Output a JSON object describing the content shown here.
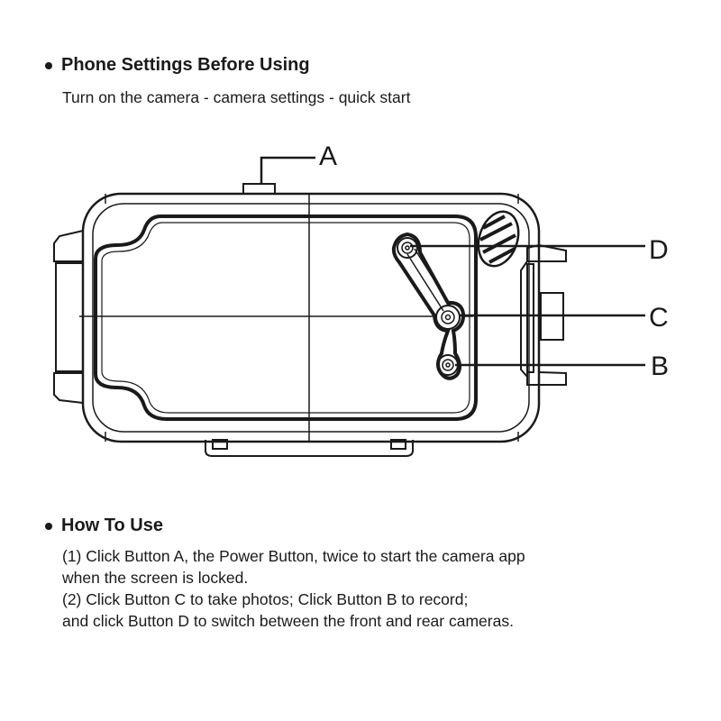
{
  "section1": {
    "heading": "Phone Settings Before Using",
    "text": "Turn on the camera - camera settings - quick start"
  },
  "diagram": {
    "labels": {
      "a": "A",
      "b": "B",
      "c": "C",
      "d": "D"
    }
  },
  "section2": {
    "heading": "How To Use",
    "lines": [
      "(1) Click Button A, the Power Button, twice to start the camera app",
      "when the screen is locked.",
      "(2) Click Button C to take photos; Click Button B to record;",
      "and click Button D to switch between the front and rear cameras."
    ]
  }
}
